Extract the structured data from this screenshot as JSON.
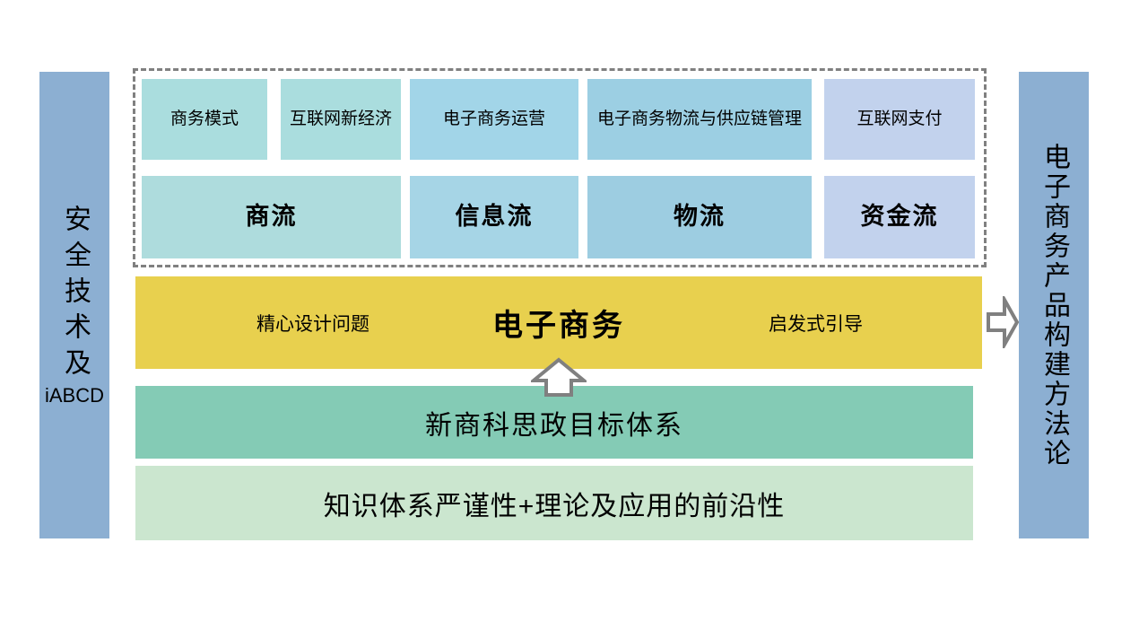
{
  "left_pillar": {
    "vertical_text": "安全技术及",
    "sub_text": "iABCD",
    "color": "#8cafd2"
  },
  "right_pillar": {
    "vertical_text": "电子商务产品构建方法论",
    "color": "#8cafd2"
  },
  "dashed_group": {
    "border_color": "#808080"
  },
  "courses": [
    {
      "label": "商务模式",
      "color": "#aaddde"
    },
    {
      "label": "互联网新经济",
      "color": "#aaddde"
    },
    {
      "label": "电子商务运营",
      "color": "#a2d5e8"
    },
    {
      "label": "电子商务物流与供应链管理",
      "color": "#9ccfe3"
    },
    {
      "label": "互联网支付",
      "color": "#c2d2ed"
    }
  ],
  "flows": [
    {
      "label": "商流",
      "color": "#aedcdd"
    },
    {
      "label": "信息流",
      "color": "#a6d5e6"
    },
    {
      "label": "物流",
      "color": "#9dcde1"
    },
    {
      "label": "资金流",
      "color": "#c2d2ed"
    }
  ],
  "core_band": {
    "left_label": "精心设计问题",
    "main_label": "电子商务",
    "right_label": "启发式引导",
    "color": "#e8d04e"
  },
  "goal_band": {
    "label": "新商科思政目标体系",
    "color": "#84cbb5"
  },
  "base_band": {
    "label": "知识体系严谨性+理论及应用的前沿性",
    "color": "#cbe6cf"
  },
  "arrows": {
    "up": "arrow-up-icon",
    "right": "arrow-right-icon",
    "stroke_color": "#808080",
    "fill_color": "#ffffff"
  }
}
